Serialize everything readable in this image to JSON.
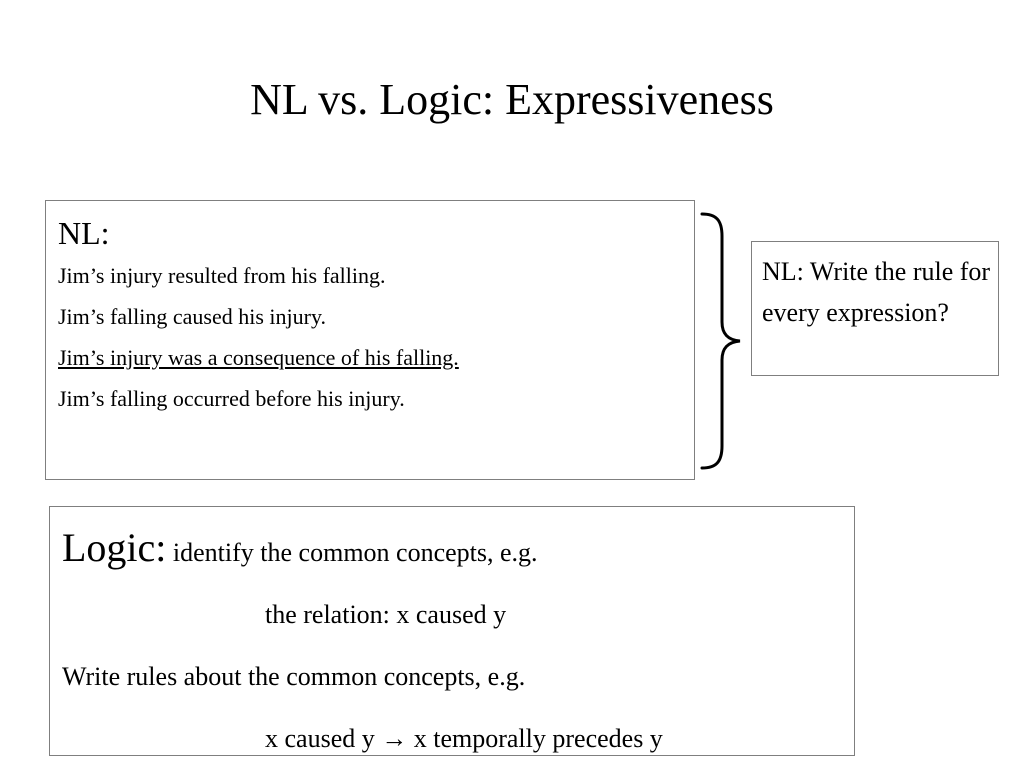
{
  "slide": {
    "title": "NL vs. Logic: Expressiveness"
  },
  "nl_box": {
    "heading": "NL:",
    "lines": [
      "Jim’s injury resulted from his falling.",
      "Jim’s falling caused his injury.",
      "Jim’s injury was a consequence of his falling.",
      "Jim’s falling occurred before his injury."
    ]
  },
  "side_note": {
    "text": "NL: Write the rule for every expression?"
  },
  "logic_box": {
    "heading": "Logic:",
    "intro": " identify the common concepts, e.g.",
    "relation": "the relation:  x caused y",
    "rules_intro": "Write rules about the common concepts, e.g.",
    "rule": "x caused y → x temporally precedes y"
  },
  "colors": {
    "box_border": "#7f7f7f",
    "text": "#000000"
  }
}
